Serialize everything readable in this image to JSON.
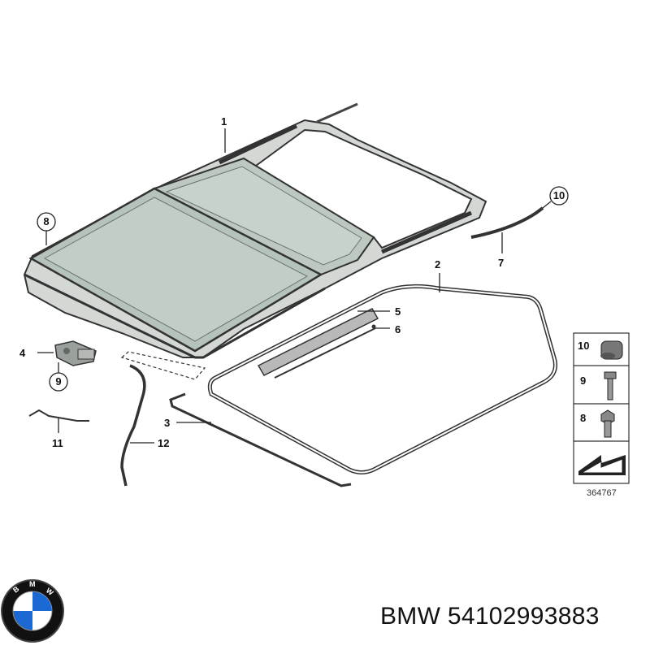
{
  "callouts": {
    "c1": "1",
    "c2": "2",
    "c3": "3",
    "c4": "4",
    "c5": "5",
    "c6": "6",
    "c7": "7",
    "c8": "8",
    "c9": "9",
    "c10": "10",
    "c11": "11",
    "c12": "12"
  },
  "side_panel": {
    "rows": [
      {
        "number": "10",
        "icon": "clip-nut-icon"
      },
      {
        "number": "9",
        "icon": "screw-icon"
      },
      {
        "number": "8",
        "icon": "hex-bolt-icon"
      }
    ],
    "catalog_number": "364767"
  },
  "logo": {
    "letters": "BMW",
    "colors": {
      "blue": "#1c69d4",
      "black": "#111111",
      "white": "#ffffff"
    }
  },
  "caption": "BMW 54102993883"
}
